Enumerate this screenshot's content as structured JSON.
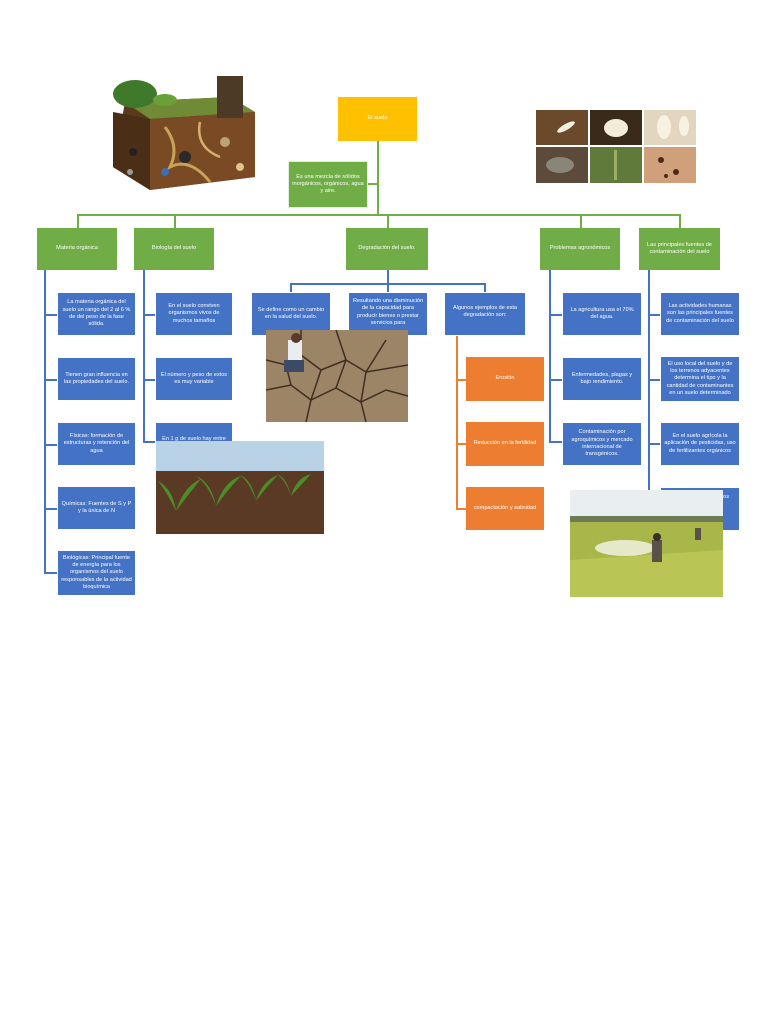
{
  "root": {
    "label": "El suelo"
  },
  "definition": {
    "text": "Es una mezcla de sólidos inorgánicos, orgánicos, agua y aire."
  },
  "branches": [
    {
      "label": "Materia orgánica"
    },
    {
      "label": "Biología del suelo"
    },
    {
      "label": "Degradación del suelo."
    },
    {
      "label": "Problemas agronómicos"
    },
    {
      "label": "Las principales fuentes de contaminación del suelo"
    }
  ],
  "materia_items": [
    "La materia orgánica del suelo un rango del 2 al 6 % de del peso de la fase sólida.",
    "Tienen gran influencia en las propiedades del suelo.",
    "Físicas: formación de estructuras y retención del agua",
    "Químicas: Fuentes de S y P y la única de N",
    "Biológicas: Principal fuente de energía para los organismos del suelo responsables de la actividad bioquímica"
  ],
  "biologia_items": [
    "En el suelo conviven organismos vivos de muchos tamaños",
    "El número y peso de estos es muy variable",
    "En 1 g de suelo hay entre"
  ],
  "degradacion_items": [
    "Se define como un cambio en la salud del suelo.",
    "Resultando una disminución de la capacidad para producir bienes o prestar servicios para",
    "Algunos ejemplos de esta degradación son:"
  ],
  "degradacion_examples": [
    "Erosión",
    "Reducción en la fertilidad",
    "compactación y salinidad"
  ],
  "problemas_items": [
    "La agricultura usa el 70% del agua.",
    "Enfermedades, plagas y bajo rendimiento.",
    "Contaminación por agroquímicos y mercado internacional de transgénicos."
  ],
  "fuentes_items": [
    "Las actividades humanas son las principales fuentes de contaminación del suelo",
    "El uso local del suelo y de los terrenos adyacentes determina el tipo y la cantidad de contaminantes en un suelo determinado",
    "En el suelo agrícola la aplicación de pesticidas, uso de fertilizantes orgánicos",
    "los",
    "es"
  ],
  "colors": {
    "root": "#ffc000",
    "branch": "#70ad47",
    "item": "#4472c4",
    "example": "#ed7d31"
  }
}
